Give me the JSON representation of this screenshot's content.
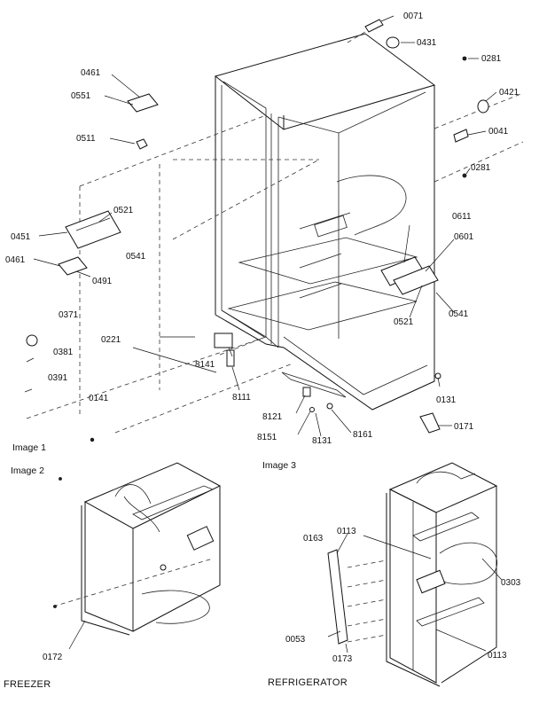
{
  "captions": {
    "image1": "Image 1",
    "image2": "Image 2",
    "image3": "Image 3",
    "freezer": "FREEZER",
    "refrigerator": "REFRIGERATOR"
  },
  "parts": {
    "p0071": "0071",
    "p0431": "0431",
    "p0281a": "0281",
    "p0421": "0421",
    "p0041": "0041",
    "p0281b": "0281",
    "p0461a": "0461",
    "p0551": "0551",
    "p0511": "0511",
    "p0521a": "0521",
    "p0451": "0451",
    "p0541a": "0541",
    "p0461b": "0461",
    "p0491": "0491",
    "p0371": "0371",
    "p0381": "0381",
    "p0391": "0391",
    "p0221": "0221",
    "p0141": "0141",
    "p8141": "8141",
    "p8111": "8111",
    "p8121": "8121",
    "p8151": "8151",
    "p8131": "8131",
    "p8161": "8161",
    "p0611": "0611",
    "p0601": "0601",
    "p0521b": "0521",
    "p0541b": "0541",
    "p0131": "0131",
    "p0171": "0171",
    "p0172": "0172",
    "p0163": "0163",
    "p0113a": "0113",
    "p0303": "0303",
    "p0053": "0053",
    "p0173": "0173",
    "p0113b": "0113"
  }
}
